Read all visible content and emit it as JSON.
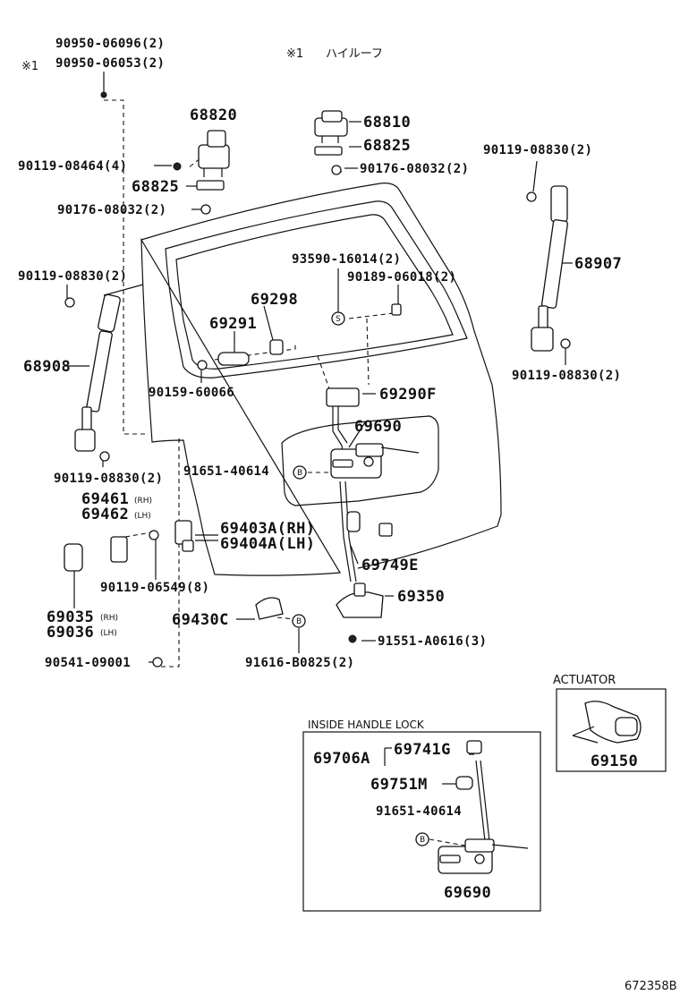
{
  "notes": {
    "ref_mark_left": "※1",
    "ref_mark_top": "※1",
    "ref_note_text": "ハイルーフ"
  },
  "labels": {
    "p90950_06096": "90950-06096(2)",
    "p90950_06053": "90950-06053(2)",
    "p68820": "68820",
    "p90119_08464": "90119-08464(4)",
    "p68825_left": "68825",
    "p90176_08032_left": "90176-08032(2)",
    "p68810": "68810",
    "p68825_right": "68825",
    "p90176_08032_right": "90176-08032(2)",
    "p90119_08830_tr": "90119-08830(2)",
    "p68907": "68907",
    "p90119_08830_r2": "90119-08830(2)",
    "p93590_16014": "93590-16014(2)",
    "p90189_06018": "90189-06018(2)",
    "p90119_08830_l": "90119-08830(2)",
    "p69298": "69298",
    "p69291": "69291",
    "p68908": "68908",
    "p90159_60066": "90159-60066",
    "p69290F": "69290F",
    "p69690": "69690",
    "p90119_08830_l2": "90119-08830(2)",
    "p91651_40614": "91651-40614",
    "p69461": "69461",
    "p69461_side": "(RH)",
    "p69462": "69462",
    "p69462_side": "(LH)",
    "p69403A": "69403A(RH)",
    "p69404A": "69404A(LH)",
    "p69749E": "69749E",
    "p90119_06549": "90119-06549(8)",
    "p69350": "69350",
    "p69035": "69035",
    "p69035_side": "(RH)",
    "p69036": "69036",
    "p69036_side": "(LH)",
    "p69430C": "69430C",
    "p91551_A0616": "91551-A0616(3)",
    "p90541_09001": "90541-09001",
    "p91616_B0825": "91616-B0825(2)",
    "p69150": "69150",
    "p69706A": "69706A",
    "p69741G": "69741G",
    "p69751M": "69751M",
    "p91651_40614_inset": "91651-40614",
    "p69690_inset": "69690"
  },
  "insets": {
    "actuator_title": "ACTUATOR",
    "inside_handle_title": "INSIDE HANDLE LOCK"
  },
  "markers": {
    "s_symbol": "S",
    "b_symbol": "B"
  },
  "footer": {
    "drawing_number": "672358B"
  }
}
